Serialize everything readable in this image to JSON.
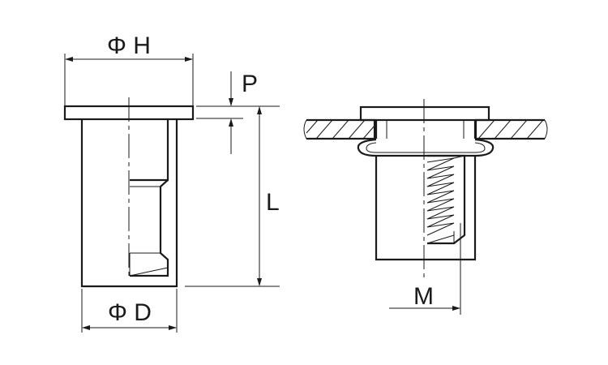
{
  "drawing": {
    "labels": {
      "head_diameter": "Φ H",
      "head_thickness": "P",
      "length": "L",
      "body_diameter": "Φ D",
      "thread": "M"
    }
  }
}
